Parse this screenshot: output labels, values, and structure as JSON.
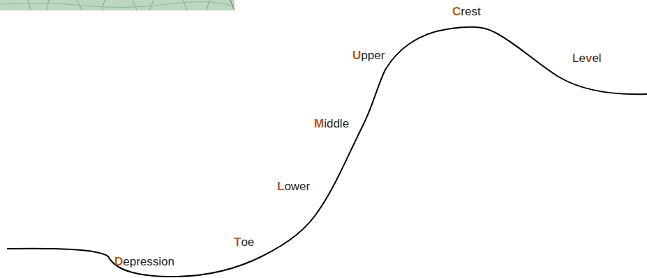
{
  "diagram": {
    "labels": [
      "Crest",
      "Upper",
      "Middle",
      "Lower",
      "Toe",
      "Depression",
      "Level"
    ]
  }
}
